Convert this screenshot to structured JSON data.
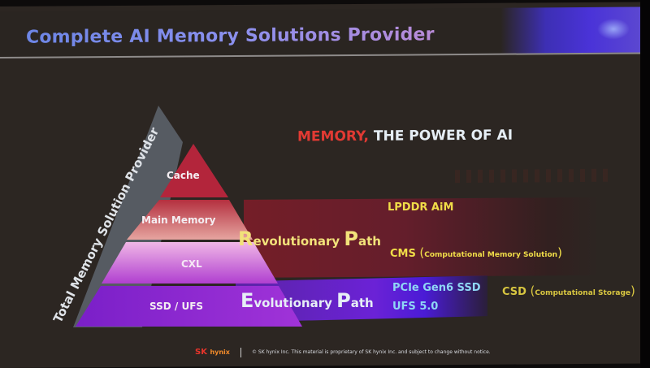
{
  "slide": {
    "title": "Complete AI Memory Solutions Provider",
    "tagline": {
      "highlight": "MEMORY,",
      "rest": " THE POWER OF AI"
    },
    "banner": "Total Memory Solution Provider",
    "pyramid": {
      "levels": [
        {
          "label": "Cache",
          "color": "#b2233a"
        },
        {
          "label": "Main Memory",
          "color": "#c7526a"
        },
        {
          "label": "CXL",
          "color": "#c746c9"
        },
        {
          "label": "SSD / UFS",
          "color": "#7a22d2"
        }
      ]
    },
    "revolutionary_path": {
      "cap1": "R",
      "rest1": "evolutionary ",
      "cap2": "P",
      "rest2": "ath",
      "items": [
        {
          "label": "LPDDR AiM"
        },
        {
          "label": "CMS",
          "detail": "Computational Memory Solution"
        }
      ]
    },
    "evolutionary_path": {
      "cap1": "E",
      "rest1": "volutionary ",
      "cap2": "P",
      "rest2": "ath",
      "items": [
        {
          "label": "PCIe Gen6 SSD"
        },
        {
          "label": "UFS 5.0"
        }
      ],
      "extra": {
        "label": "CSD",
        "detail": "Computational Storage"
      }
    },
    "footer": {
      "brand_sk": "SK",
      "brand_hynix": "hynix",
      "notice": "© SK hynix Inc. This material is proprietary of SK hynix Inc. and subject to change without notice."
    }
  }
}
